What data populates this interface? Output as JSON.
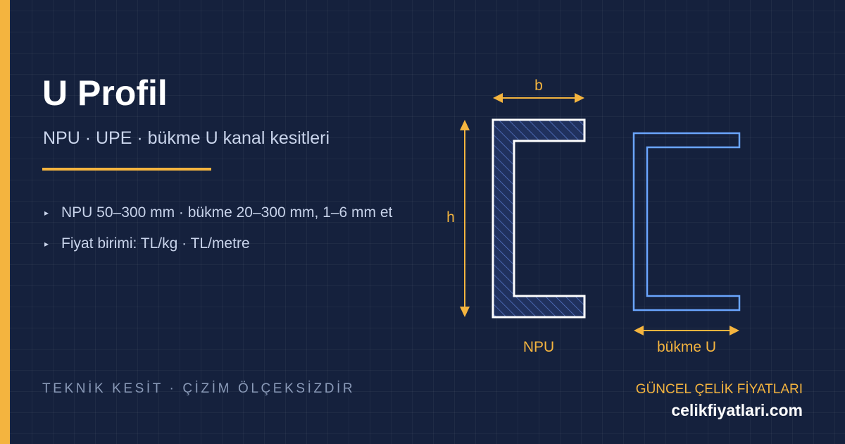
{
  "header": {
    "title": "U Profil",
    "subtitle": "NPU · UPE · bükme U kanal kesitleri"
  },
  "bullets": [
    {
      "marker": "▸",
      "text": "NPU 50–300 mm · bükme 20–300 mm, 1–6 mm et"
    },
    {
      "marker": "▸",
      "text": "Fiyat birimi: TL/kg · TL/metre"
    }
  ],
  "diagram": {
    "width_label": "b",
    "height_label": "h",
    "profile_1_label": "NPU",
    "profile_2_label": "bükme U"
  },
  "footer": {
    "left": "TEKNİK KESİT · ÇİZİM ÖLÇEKSİZDİR",
    "right_top": "GÜNCEL ÇELİK FİYATLARI",
    "right_bottom": "celikfiyatlari.com"
  },
  "colors": {
    "background": "#15213d",
    "accent": "#f4b43f",
    "text_primary": "#ffffff",
    "text_secondary": "#c8d3ea",
    "text_muted": "#8a9ab8",
    "bent_profile_stroke": "#6aa5ff",
    "npu_fill": "#20315e"
  }
}
